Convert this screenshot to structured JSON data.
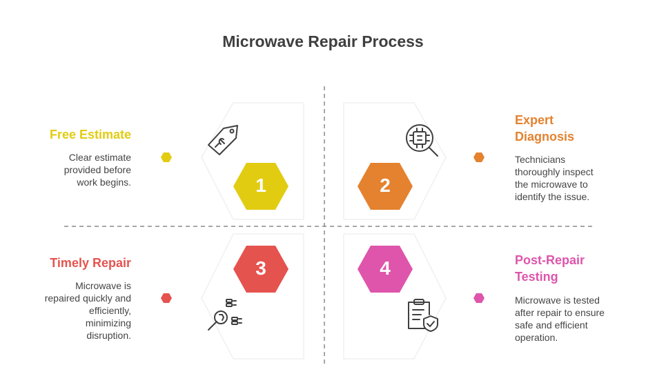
{
  "title": "Microwave Repair Process",
  "steps": [
    {
      "number": "1",
      "title": "Free Estimate",
      "desc": [
        "Clear estimate",
        "provided before",
        "work begins."
      ],
      "color": "#e2cc12",
      "icon": "price-tag-icon"
    },
    {
      "number": "2",
      "title": [
        "Expert",
        "Diagnosis"
      ],
      "desc": [
        "Technicians",
        "thoroughly inspect",
        "the microwave to",
        "identify the issue."
      ],
      "color": "#e4822f",
      "icon": "chip-inspection-icon"
    },
    {
      "number": "3",
      "title": "Timely Repair",
      "desc": [
        "Microwave is",
        "repaired quickly and",
        "efficiently,",
        "minimizing",
        "disruption."
      ],
      "color": "#e5534f",
      "icon": "wrench-bolts-icon"
    },
    {
      "number": "4",
      "title": [
        "Post-Repair",
        "Testing"
      ],
      "desc": [
        "Microwave is tested",
        "after repair to ensure",
        "safe and efficient",
        "operation."
      ],
      "color": "#de55ab",
      "icon": "clipboard-check-icon"
    }
  ]
}
